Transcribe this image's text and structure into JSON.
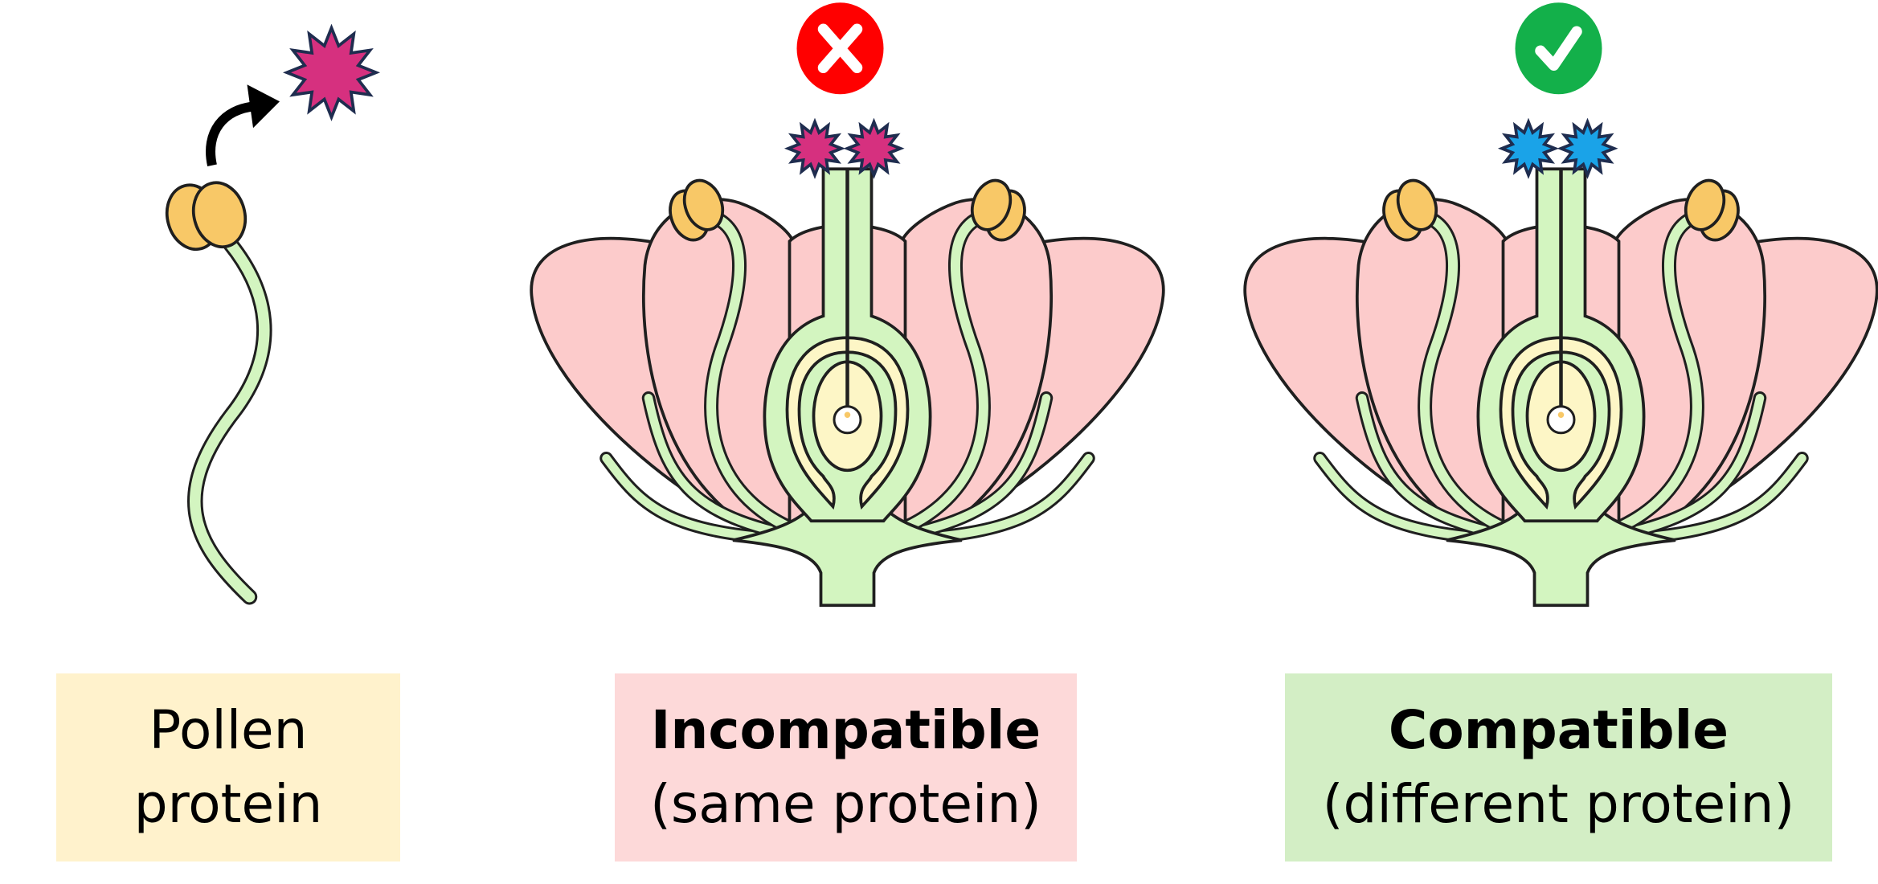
{
  "panels": [
    {
      "title": "Pollen",
      "subtitle": "protein",
      "bg": "#fff2cc",
      "title_bold": false
    },
    {
      "title": "Incompatible",
      "subtitle": "(same protein)",
      "bg": "#fdd9d9",
      "title_bold": true,
      "status_icon": "x-mark-icon",
      "status_color": "#ff0000",
      "protein_color": "#d6307f"
    },
    {
      "title": "Compatible",
      "subtitle": "(different protein)",
      "bg": "#d3eec5",
      "title_bold": true,
      "status_icon": "check-mark-icon",
      "status_color": "#13b04a",
      "protein_color": "#1aa3e8"
    }
  ],
  "pollen_protein_color": "#d6307f",
  "colors": {
    "petal": "#fccbcb",
    "green": "#d3f5c0",
    "anther": "#f8c867",
    "ovule": "#fdf6c6",
    "outline": "#1f1f1f"
  }
}
